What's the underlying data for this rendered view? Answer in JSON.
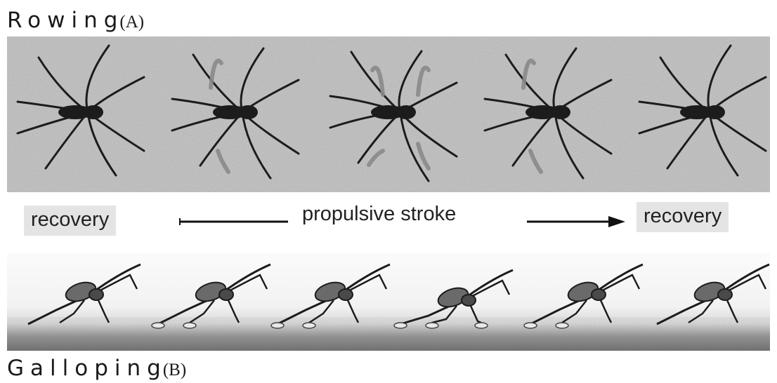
{
  "titles": {
    "rowing": "Rowing",
    "rowing_tag": "(A)",
    "galloping": "Galloping",
    "galloping_tag": "(B)"
  },
  "phase_labels": {
    "left": "recovery",
    "middle": "propulsive stroke",
    "right": "recovery"
  },
  "colors": {
    "water": "#bdbdbd",
    "spider": "#1c1c1c",
    "wake": "#8a8a8a",
    "label_bg": "#e4e4e4"
  },
  "rowing_frames": [
    {
      "phase": "recovery",
      "wakes": 0
    },
    {
      "phase": "propulsive stroke",
      "wakes": 2
    },
    {
      "phase": "propulsive stroke",
      "wakes": 4
    },
    {
      "phase": "propulsive stroke",
      "wakes": 2
    },
    {
      "phase": "recovery",
      "wakes": 0
    }
  ],
  "galloping_frames": [
    {
      "dimples": 0
    },
    {
      "dimples": 2
    },
    {
      "dimples": 2
    },
    {
      "dimples": 3
    },
    {
      "dimples": 2
    },
    {
      "dimples": 0
    }
  ]
}
